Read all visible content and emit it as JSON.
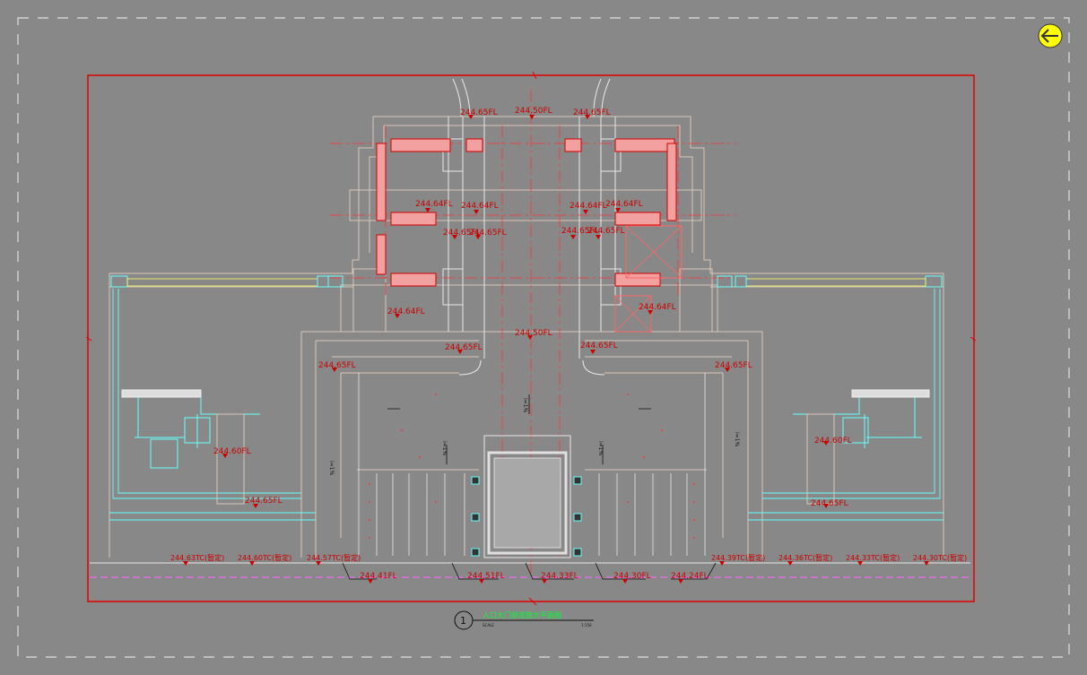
{
  "drawing": {
    "title": "入口大门景观放大平面图",
    "scale_left": "SCALE",
    "scale_right": "1:150",
    "number": "1",
    "colors": {
      "background": "#888888",
      "outline": "#e8e8e8",
      "frame": "#e00000",
      "structure": "#d9c8b8",
      "cyan": "#66ffff",
      "yellow": "#ffff66",
      "magenta": "#ff66ff",
      "title": "#00ff33"
    }
  },
  "labels": {
    "top": {
      "c": "244.50FL",
      "l": "244.65FL",
      "r": "244.65FL"
    },
    "upper": {
      "l1": "244.64FL",
      "l2": "244.64FL",
      "r1": "244.64FL",
      "r2": "244.64FL",
      "l3": "244.65FL",
      "l4": "244.65FL",
      "r3": "244.65FL",
      "r4": "244.65FL"
    },
    "middle": {
      "l_pav": "244.64FL",
      "r_pav": "244.64FL",
      "c": "244.50FL",
      "l_corner": "244.65FL",
      "r_corner": "244.65FL",
      "l_side": "244.65FL",
      "r_side": "244.65FL"
    },
    "wings": {
      "l_inner": "244.60FL",
      "r_inner": "244.60FL",
      "l_bottom": "244.65FL",
      "r_bottom": "244.65FL"
    },
    "tc": [
      "244.63TC(暂定)",
      "244.60TC(暂定)",
      "244.57TC(暂定)",
      "244.39TC(暂定)",
      "244.36TC(暂定)",
      "244.33TC(暂定)",
      "244.30TC(暂定)"
    ],
    "fl": [
      "244.41FL",
      "244.51FL",
      "244.33FL",
      "244.30FL",
      "244.24FL"
    ],
    "slopes": {
      "s1": "i=1%",
      "s2": "i=1%",
      "s3": "i=1%",
      "s4": "i=1%",
      "s5": "i=1%"
    }
  }
}
